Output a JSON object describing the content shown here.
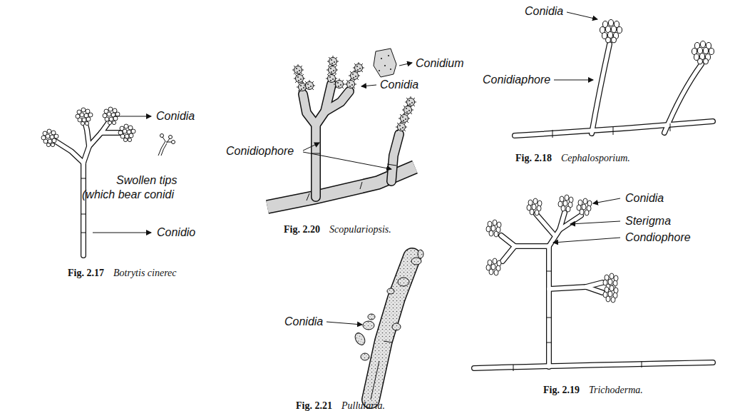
{
  "diagram": {
    "labels": [
      "Conidia",
      "Swollen tips",
      "(which bear conidi",
      "Conidio",
      "Fig. 2.17",
      "Botrytis cinerec",
      "Conidium",
      "Conidia",
      "Conidiophore",
      "Fig. 2.20",
      "Scopulariopsis.",
      "Conidia",
      "Conidiaphore",
      "Fig. 2.18",
      "Cephalosporium.",
      "Conidia",
      "Sterigma",
      "Condiophore",
      "Fig. 2.19",
      "Trichoderma.",
      "Conidia",
      "Fig. 2.21",
      "Pullularia."
    ]
  }
}
